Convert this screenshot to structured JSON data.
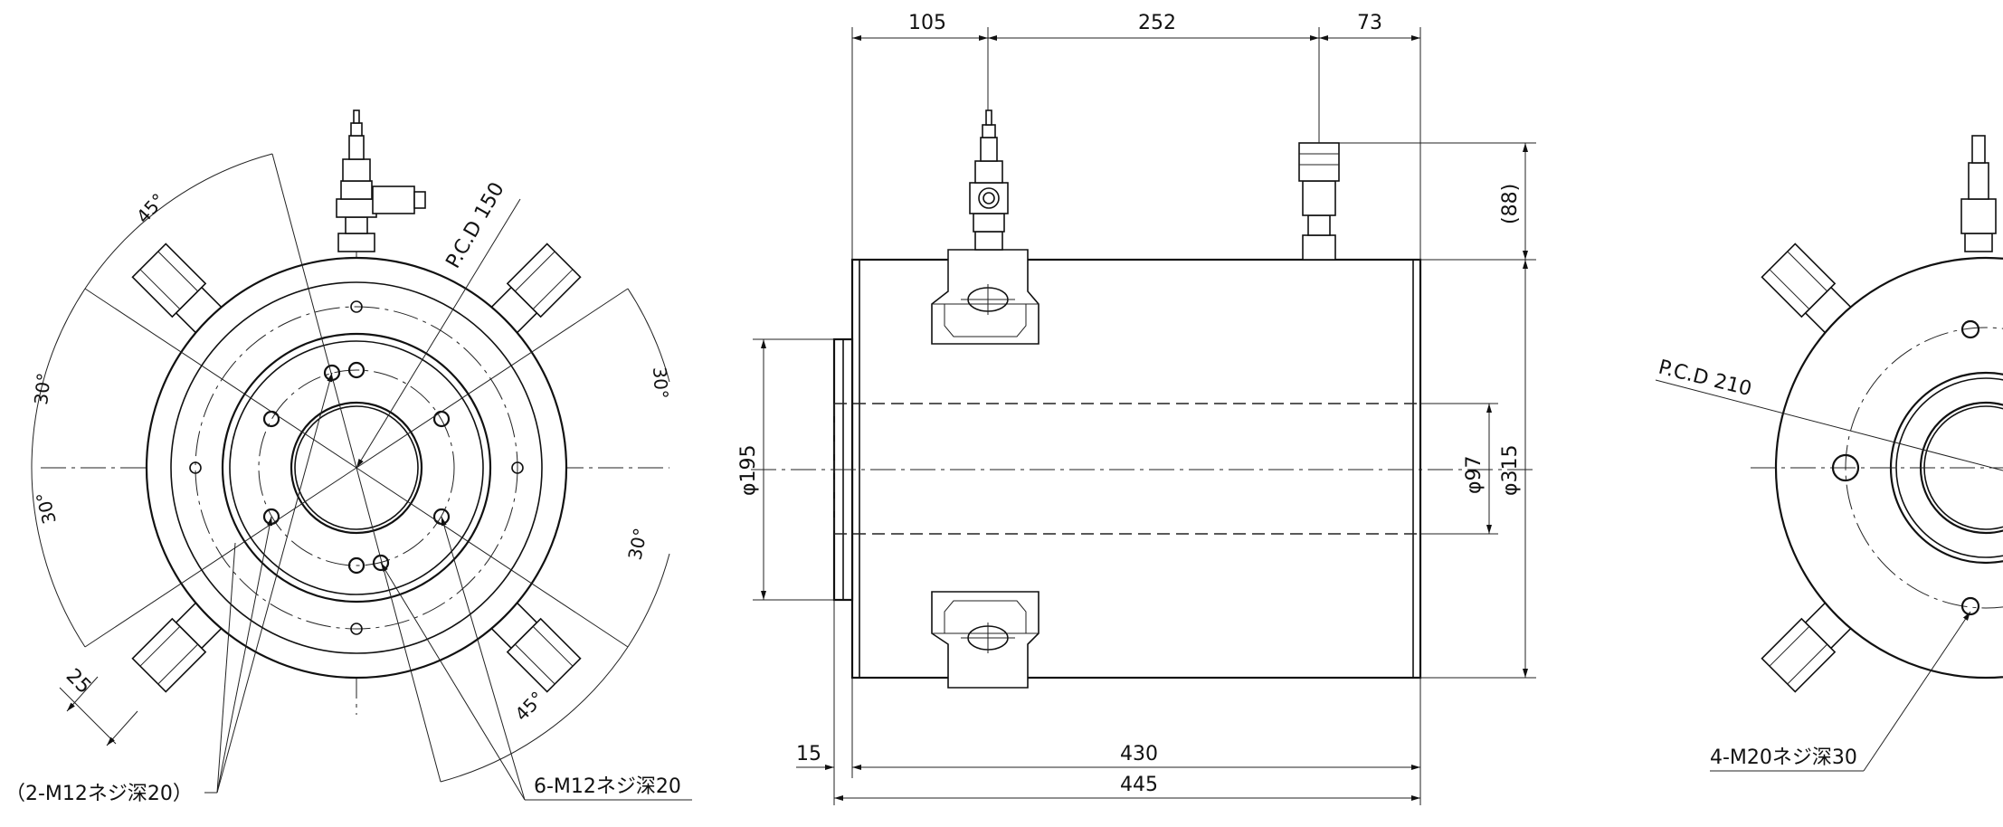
{
  "front_view": {
    "angles": {
      "a45_top": "45°",
      "a30_left_top": "30°",
      "a30_left_bot": "30°",
      "a30_right_top": "30°",
      "a30_right_bot": "30°",
      "a45_bot": "45°"
    },
    "pcd": "P.C.D 150",
    "dim_25": "25",
    "thread_note_left": "（2-M12ネジ深20）",
    "thread_note_right": "6-M12ネジ深20"
  },
  "side_view": {
    "dim_105": "105",
    "dim_252": "252",
    "dim_73": "73",
    "dim_88": "(88)",
    "dim_phi195": "φ195",
    "dim_phi97": "φ97",
    "dim_phi315": "φ315",
    "dim_15": "15",
    "dim_430": "430",
    "dim_445": "445"
  },
  "back_view": {
    "pcd": "P.C.D 210",
    "thread_note": "4-M20ネジ深30"
  }
}
